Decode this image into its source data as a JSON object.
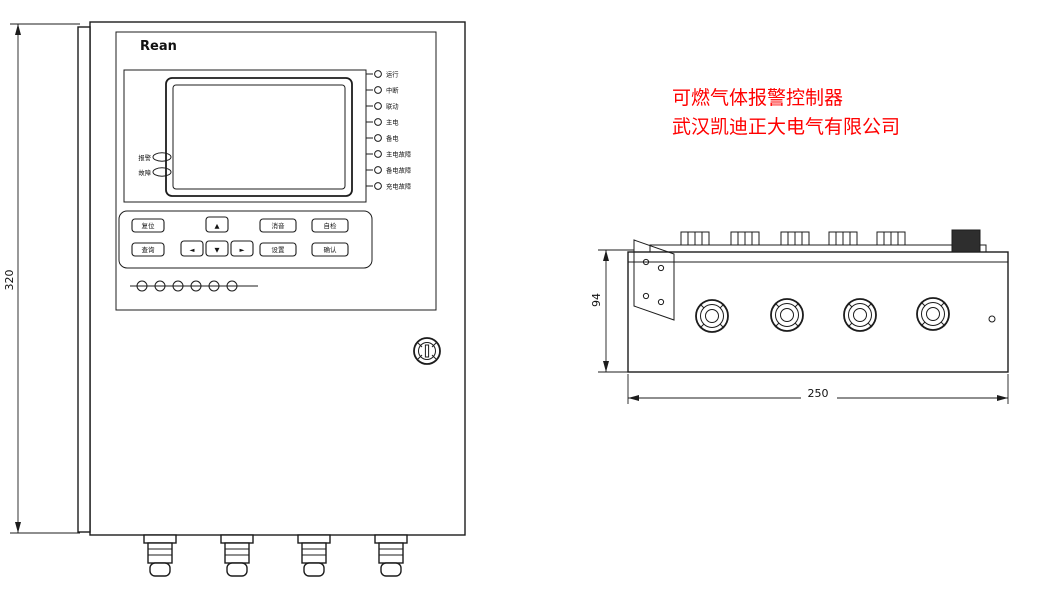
{
  "annotation": {
    "line1": "可燃气体报警控制器",
    "line2": "武汉凯迪正大电气有限公司",
    "color": "#ff0000"
  },
  "front_view": {
    "brand": "Rean",
    "dim_height": "320",
    "status_indicators": [
      {
        "label": "报警"
      },
      {
        "label": "故障"
      }
    ],
    "led_labels": [
      "运行",
      "中断",
      "联动",
      "主电",
      "备电",
      "主电故障",
      "备电故障",
      "充电故障"
    ],
    "buttons": {
      "reset": "复位",
      "up": "▲",
      "mute": "消音",
      "self_test": "自检",
      "query": "查询",
      "left": "◄",
      "down": "▼",
      "right": "►",
      "set": "设置",
      "confirm": "确认"
    }
  },
  "top_view": {
    "dim_height": "94",
    "dim_width": "250"
  }
}
